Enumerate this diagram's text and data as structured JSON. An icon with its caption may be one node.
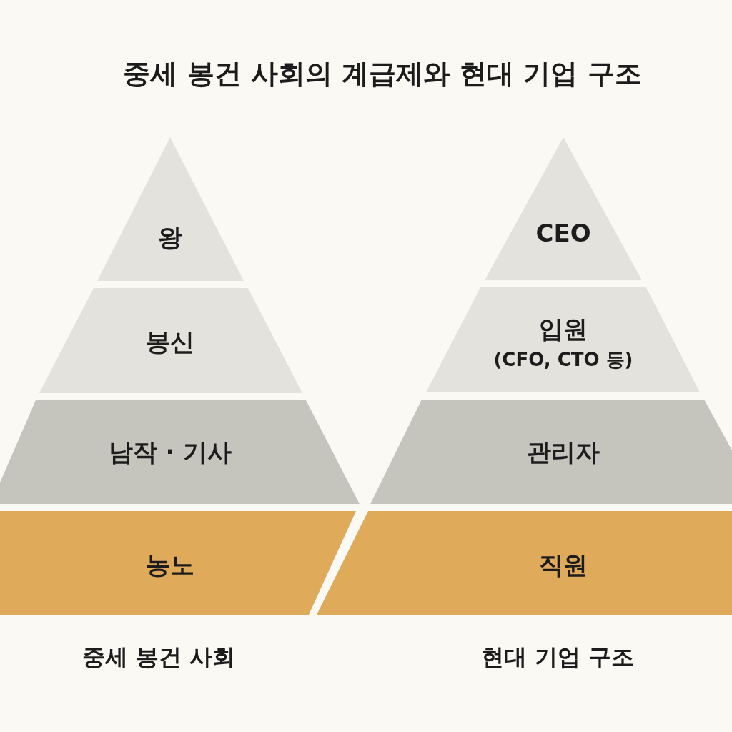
{
  "diagram": {
    "title": "중세 봉건 사회의 계급제와 현대 기업 구조",
    "nodes": [
      {
        "text": [
          "왕"
        ]
      },
      {
        "text": [
          "봉신"
        ]
      },
      {
        "text": [
          "남작 · 기사"
        ]
      },
      {
        "text": [
          "농노"
        ]
      },
      {
        "text": [
          "CEO"
        ]
      },
      {
        "text": [
          "입원",
          "(CFO, CTO 등)"
        ]
      },
      {
        "text": [
          "관리자"
        ]
      },
      {
        "text": [
          "직원"
        ]
      }
    ],
    "labels": [
      "중세 봉건 사회",
      "현대 기업 구조"
    ]
  }
}
